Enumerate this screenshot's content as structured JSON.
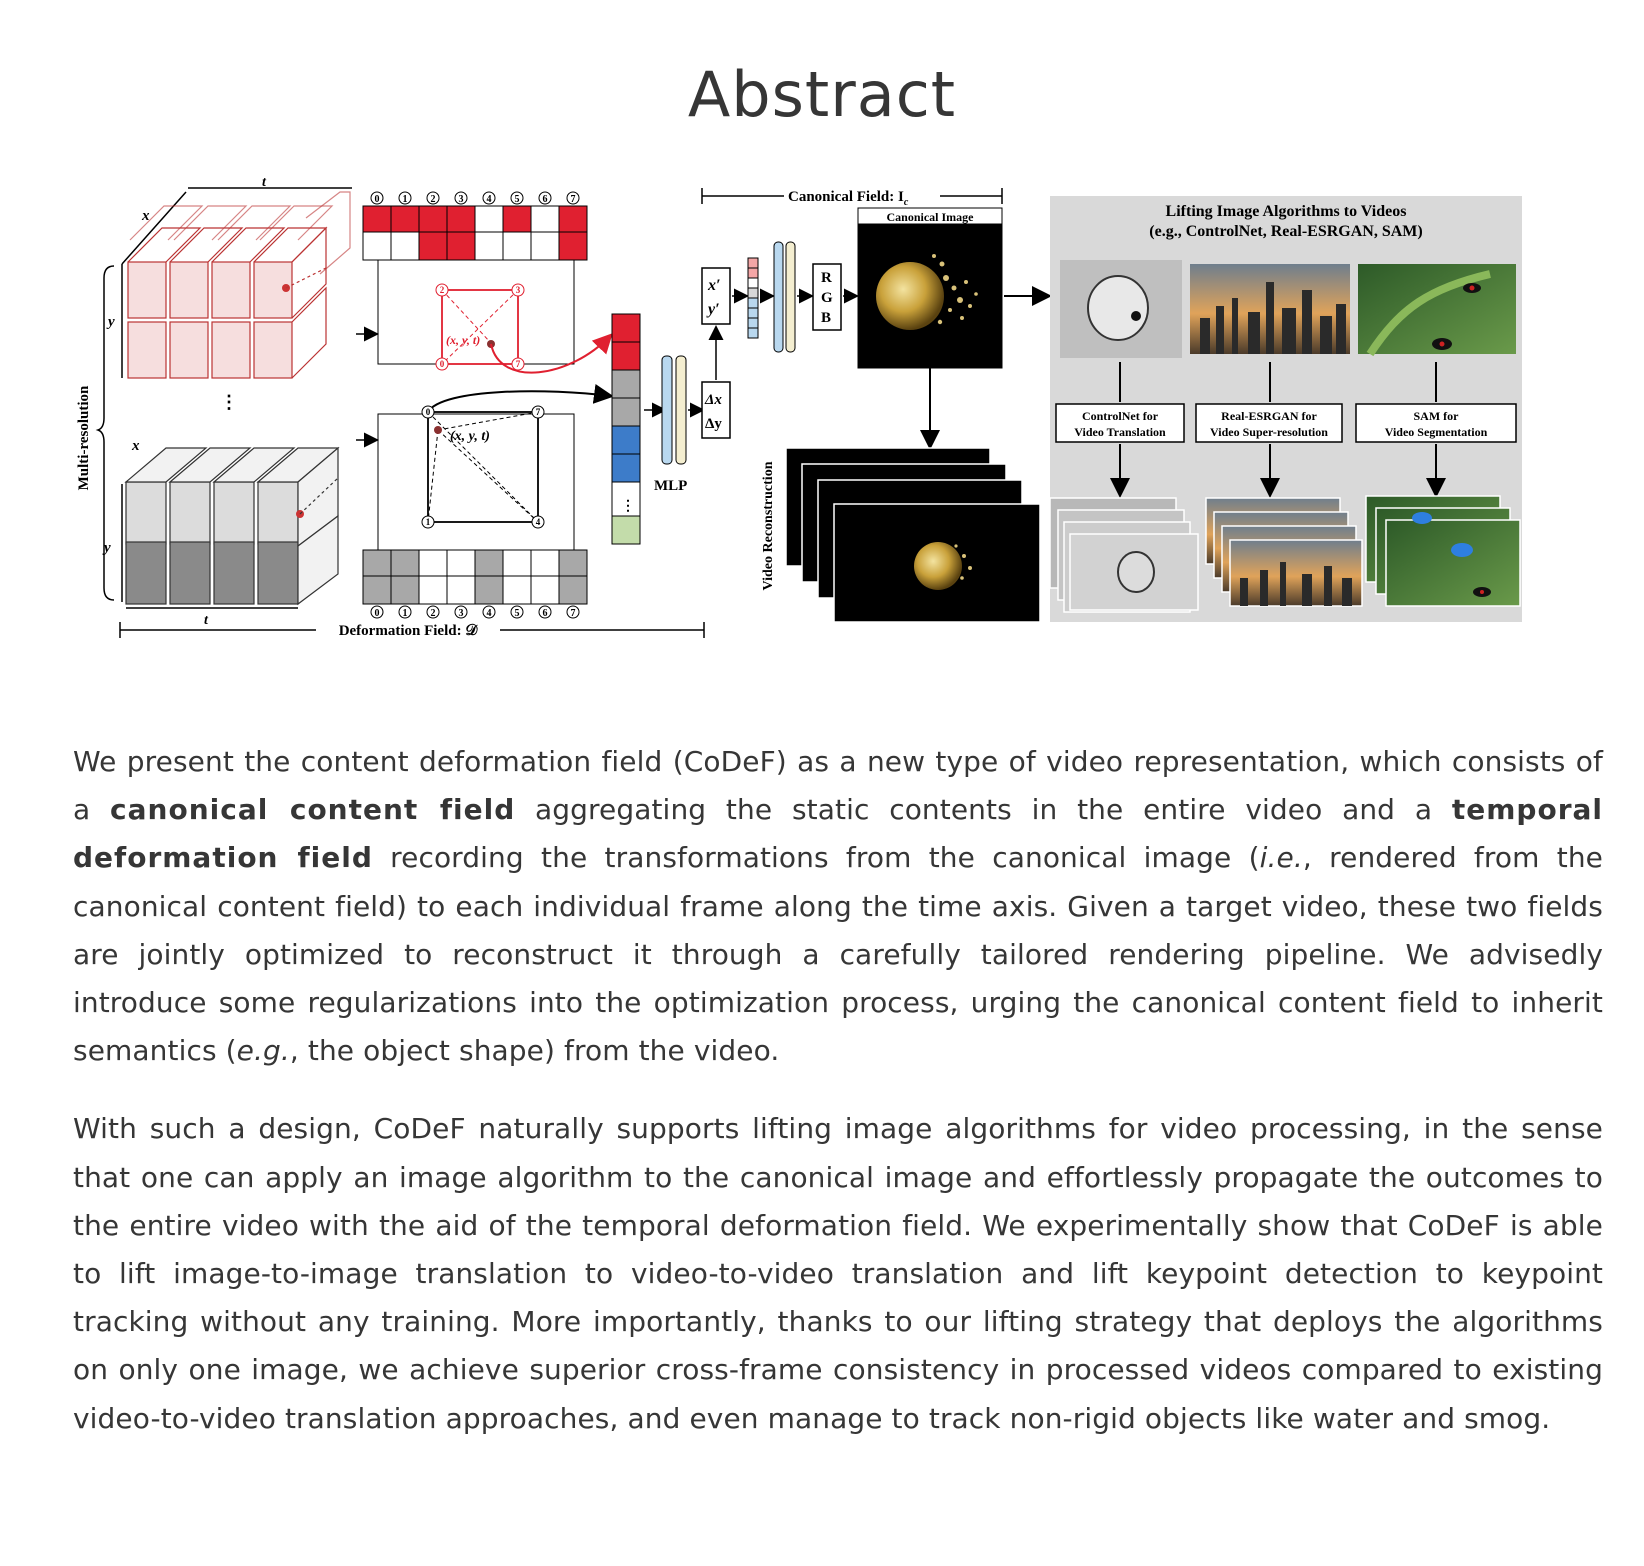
{
  "page_title": "Abstract",
  "figure": {
    "multi_resolution": "Multi-resolution",
    "axis_t": "t",
    "axis_x": "x",
    "axis_y": "y",
    "index_labels": [
      "0",
      "1",
      "2",
      "3",
      "4",
      "5",
      "6",
      "7"
    ],
    "sample_point": "(x, y, t)",
    "mlp": "MLP",
    "xy_prime_1": "x′",
    "xy_prime_2": "y′",
    "delta_1": "Δx",
    "delta_2": "Δy",
    "rgb": [
      "R",
      "G",
      "B"
    ],
    "canonical_field": "Canonical Field: I",
    "canonical_field_sub": "c",
    "canonical_image": "Canonical Image",
    "deformation_field": "Deformation Field: 𝒟",
    "video_reconstruction": "Video Reconstruction",
    "lifting_title_1": "Lifting Image Algorithms to Videos",
    "lifting_title_2": "(e.g., ControlNet, Real-ESRGAN, SAM)",
    "boxes": [
      {
        "line1": "ControlNet for",
        "line2": "Video Translation"
      },
      {
        "line1": "Real-ESRGAN for",
        "line2": "Video Super-resolution"
      },
      {
        "line1": "SAM for",
        "line2": "Video Segmentation"
      }
    ]
  },
  "paragraphs": {
    "p1": {
      "a": "We present the content deformation field (CoDeF) as a new type of video representation, which consists of a ",
      "b": "canonical content field",
      "c": " aggregating the static contents in the entire video and a ",
      "d": "temporal deformation field",
      "e": " recording the transformations from the canonical image (",
      "f": "i.e.",
      "g": ", rendered from the canonical content field) to each individual frame along the time axis. Given a target video, these two fields are jointly optimized to reconstruct it through a carefully tailored rendering pipeline. We advisedly introduce some regularizations into the optimization process, urging the canonical content field to inherit semantics (",
      "h": "e.g.",
      "i": ", the object shape) from the video."
    },
    "p2": "With such a design, CoDeF naturally supports lifting image algorithms for video processing, in the sense that one can apply an image algorithm to the canonical image and effortlessly propagate the outcomes to the entire video with the aid of the temporal deformation field. We experimentally show that CoDeF is able to lift image-to-image translation to video-to-video translation and lift keypoint detection to keypoint tracking without any training. More importantly, thanks to our lifting strategy that deploys the algorithms on only one image, we achieve superior cross-frame consistency in processed videos compared to existing video-to-video translation approaches, and even manage to track non-rigid objects like water and smog."
  },
  "colors": {
    "text": "#363636",
    "accent_red": "#e02030",
    "cell_gray": "#a8a8a8",
    "cell_blue": "#3d7cc9",
    "cell_green": "#c3dcaa",
    "panel_bg": "#d9d9d9"
  }
}
